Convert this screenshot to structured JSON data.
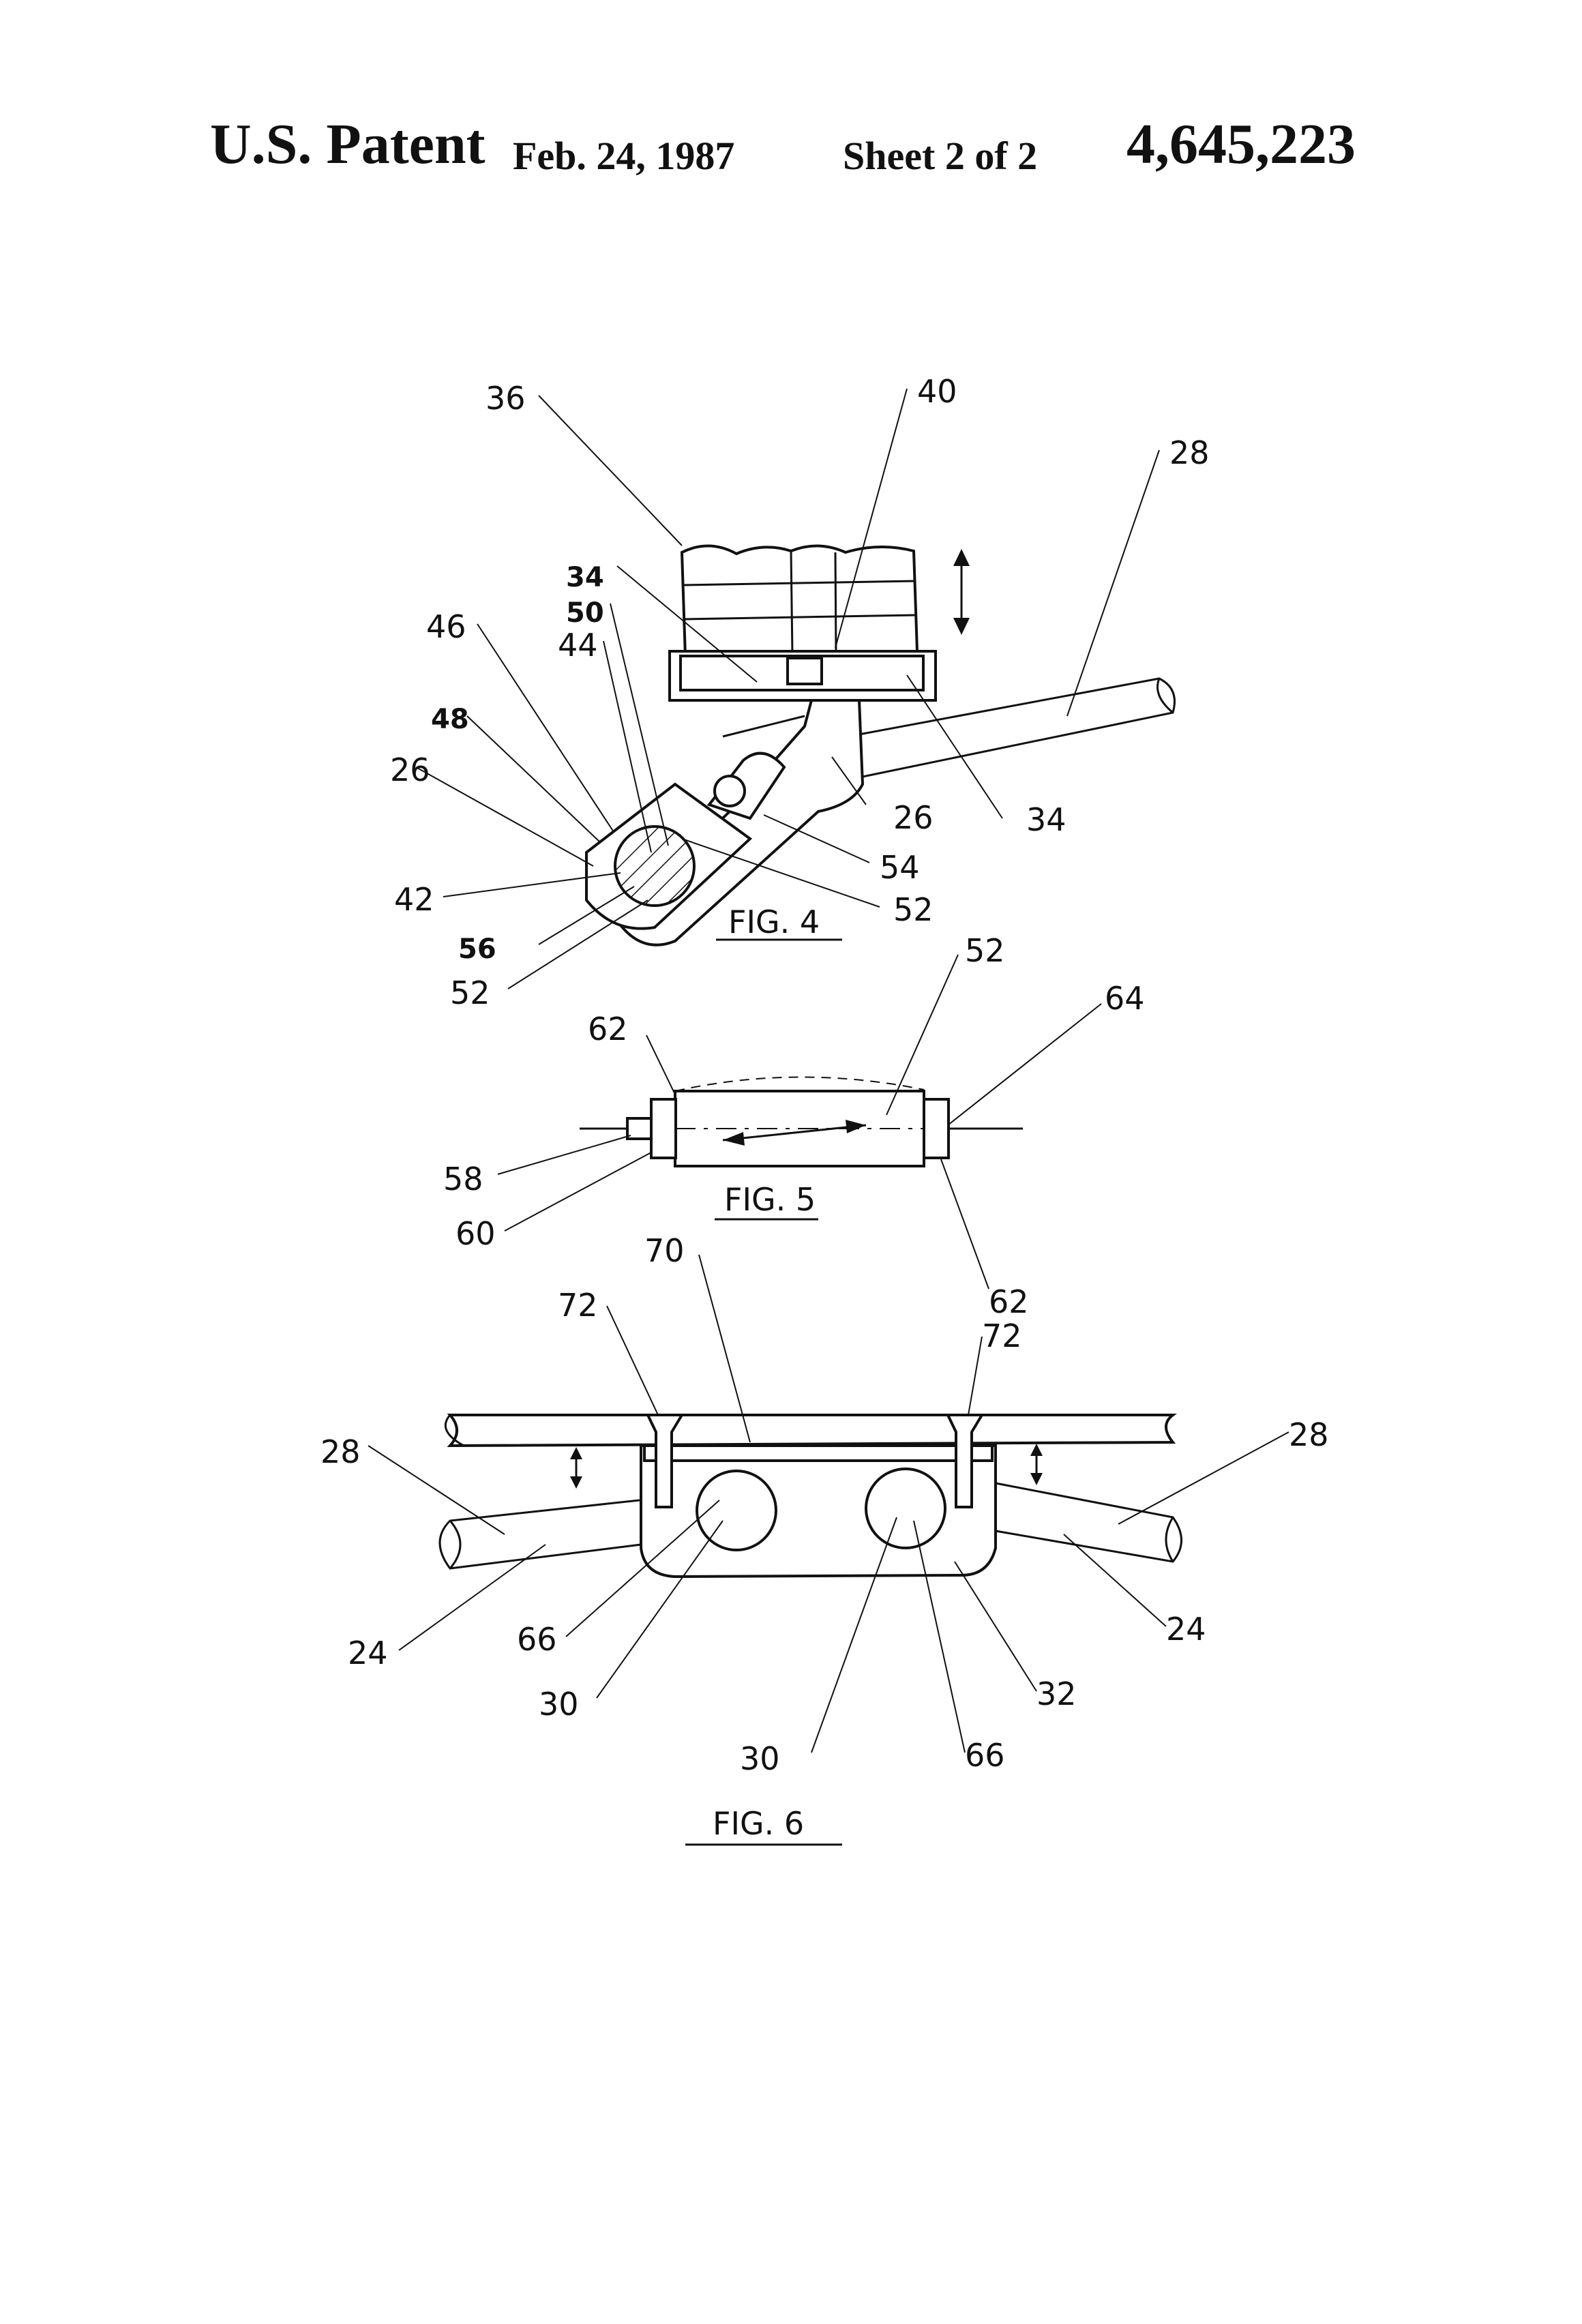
{
  "header": {
    "title": "U.S. Patent",
    "date": "Feb. 24, 1987",
    "sheet": "Sheet 2 of 2",
    "patent_number": "4,645,223"
  },
  "fig4": {
    "caption": "FIG. 4",
    "refs": {
      "r36": "36",
      "r40": "40",
      "r28": "28",
      "r34a": "34",
      "r50": "50",
      "r44": "44",
      "r46": "46",
      "r48": "48",
      "r26a": "26",
      "r26b": "26",
      "r34b": "34",
      "r54": "54",
      "r42": "42",
      "r52a": "52",
      "r56": "56",
      "r52b": "52"
    }
  },
  "fig5": {
    "caption": "FIG. 5",
    "refs": {
      "r52": "52",
      "r64": "64",
      "r62a": "62",
      "r58": "58",
      "r60": "60",
      "r62b": "62"
    }
  },
  "fig6": {
    "caption": "FIG. 6",
    "refs": {
      "r70": "70",
      "r72a": "72",
      "r72b": "72",
      "r28a": "28",
      "r28b": "28",
      "r24a": "24",
      "r24b": "24",
      "r66a": "66",
      "r66b": "66",
      "r30a": "30",
      "r30b": "30",
      "r32": "32"
    }
  }
}
